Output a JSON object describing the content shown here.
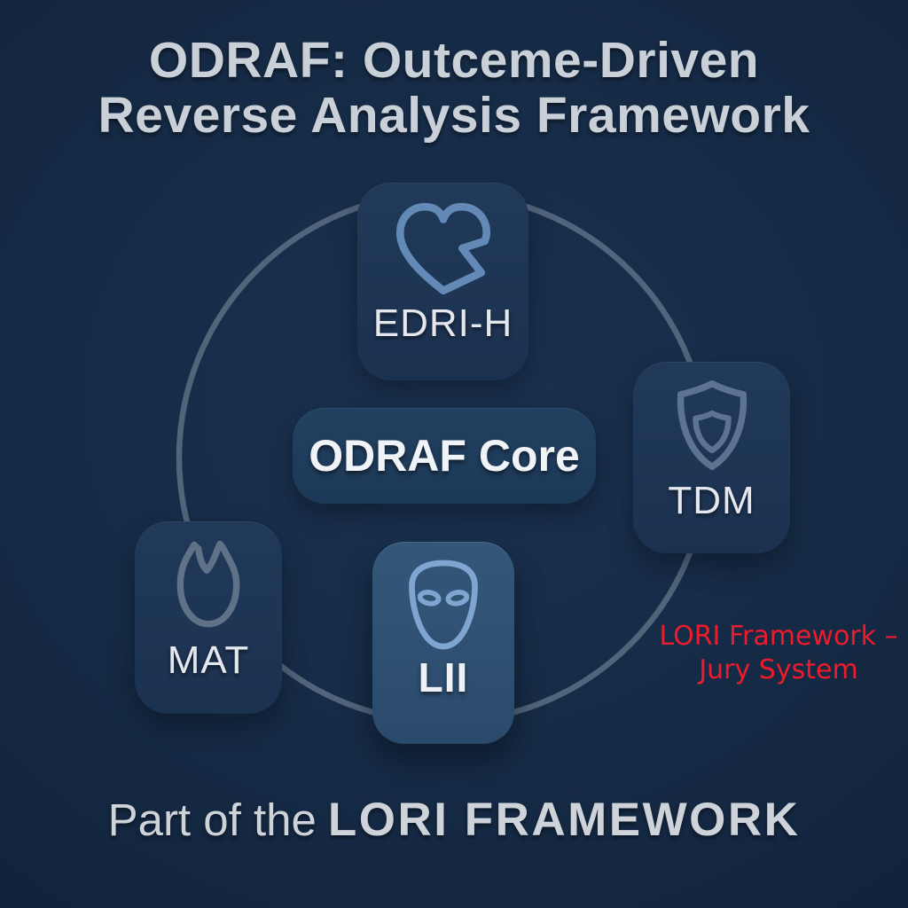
{
  "title": {
    "line1": "ODRAF: Outceme-Driven",
    "line2": "Reverse Analysis Framework"
  },
  "core": {
    "label": "ODRAF Core"
  },
  "nodes": [
    {
      "id": "edri-h",
      "label": "EDRI-H",
      "icon": "broken-heart-icon",
      "position": "top",
      "highlighted": false
    },
    {
      "id": "tdm",
      "label": "TDM",
      "icon": "shield-icon",
      "position": "right",
      "highlighted": false
    },
    {
      "id": "mat",
      "label": "MAT",
      "icon": "flame-icon",
      "position": "left",
      "highlighted": false
    },
    {
      "id": "lii",
      "label": "LII",
      "icon": "mask-icon",
      "position": "bottom",
      "highlighted": true
    }
  ],
  "annotation": {
    "line1": "LORI Framework –",
    "line2": "Jury System"
  },
  "footer": {
    "prefix": "Part of the",
    "emphasis": "LORI FRAMEWORK"
  },
  "colors": {
    "background": "#152a45",
    "card": "#1d3450",
    "card_highlighted": "#2e5174",
    "ring": "#53677d",
    "title_text": "#cad0d8",
    "label_text": "#e4e8ee",
    "annotation_red": "#ee1b2d",
    "heart_icon": "#6389b6",
    "shield_icon": "#5c7492",
    "flame_icon": "#5f7288",
    "mask_icon": "#7ea6d1"
  }
}
